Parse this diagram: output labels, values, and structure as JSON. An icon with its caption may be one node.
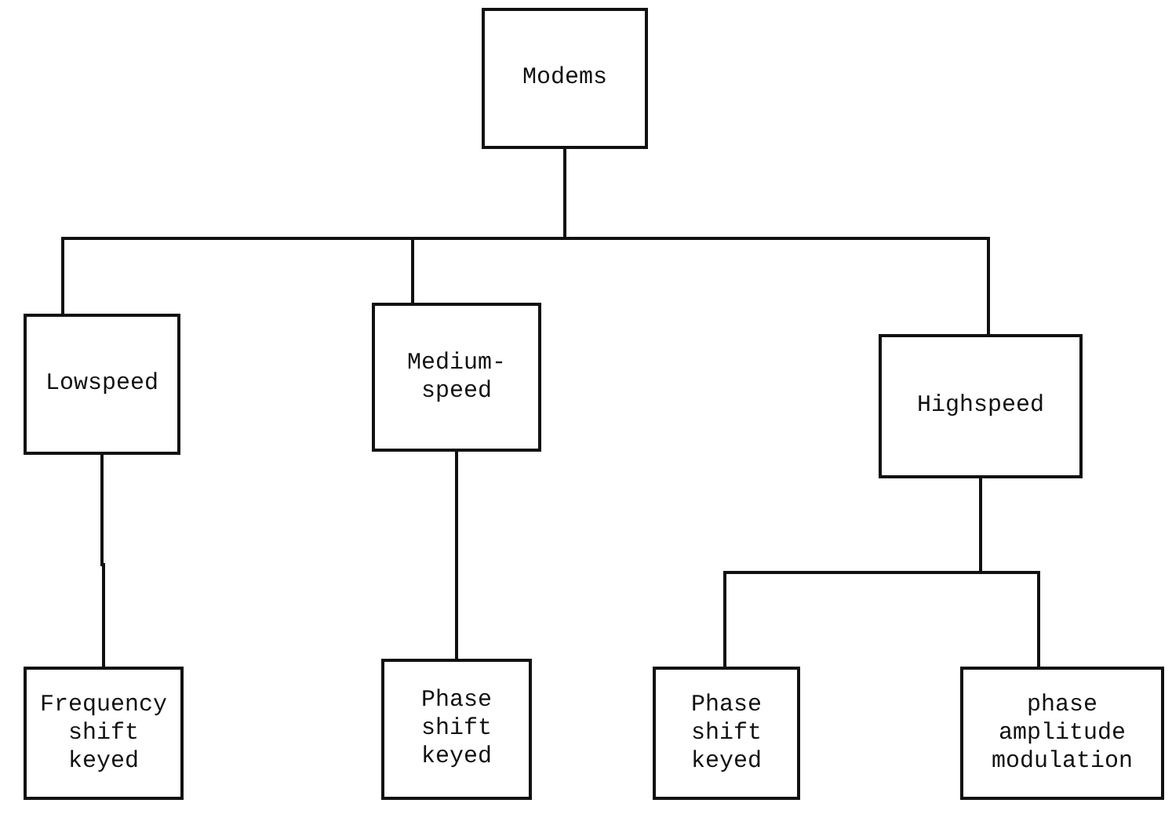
{
  "diagram": {
    "nodes": [
      {
        "text": [
          "Modems"
        ]
      },
      {
        "text": [
          "Lowspeed"
        ]
      },
      {
        "text": [
          "Medium-speed"
        ]
      },
      {
        "text": [
          "Highspeed"
        ]
      },
      {
        "text": [
          "Frequency shift keyed"
        ]
      },
      {
        "text": [
          "Phase shift keyed"
        ]
      },
      {
        "text": [
          "Phase shift keyed"
        ]
      },
      {
        "text": [
          "phase amplitude modulation"
        ]
      }
    ],
    "edges": [
      {
        "from": 0,
        "to": 1,
        "arrow": "none"
      },
      {
        "from": 0,
        "to": 2,
        "arrow": "none"
      },
      {
        "from": 0,
        "to": 3,
        "arrow": "none"
      },
      {
        "from": 1,
        "to": 4,
        "arrow": "none"
      },
      {
        "from": 2,
        "to": 5,
        "arrow": "none"
      },
      {
        "from": 3,
        "to": 6,
        "arrow": "none"
      },
      {
        "from": 3,
        "to": 7,
        "arrow": "none"
      }
    ]
  }
}
